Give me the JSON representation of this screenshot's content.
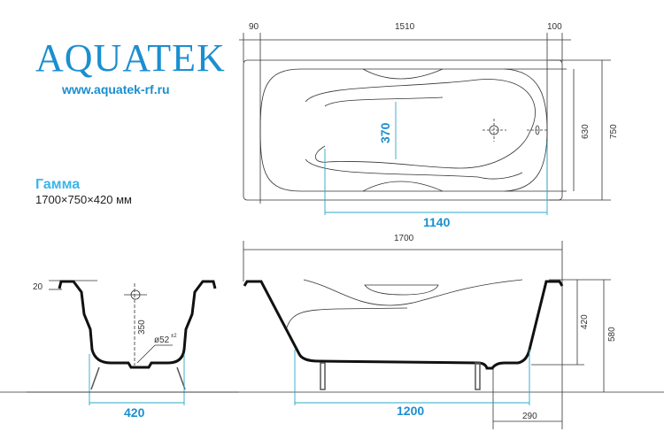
{
  "brand": {
    "name": "AQUATEK",
    "url": "www.aquatek-rf.ru",
    "color": "#1a8fd0"
  },
  "product": {
    "model": "Гамма",
    "dimensions": "1700×750×420 мм",
    "model_color": "#3bb5e8"
  },
  "top_view": {
    "dim_left_rim": "90",
    "dim_inner_length": "1510",
    "dim_right_rim": "100",
    "dim_inner_width": "630",
    "dim_outer_width": "750",
    "dim_bottom_width": "370",
    "dim_bottom_length": "1140"
  },
  "end_view": {
    "dim_rim": "20",
    "dim_drain_height": "350",
    "dim_drain_diameter": "ø52",
    "dim_drain_tolerance": "±2",
    "dim_feet_span": "420"
  },
  "side_view": {
    "dim_length": "1700",
    "dim_depth": "420",
    "dim_total_height": "580",
    "dim_feet_span": "1200",
    "dim_drain_offset": "290"
  },
  "accent_dim_color": "#2aa8c8"
}
